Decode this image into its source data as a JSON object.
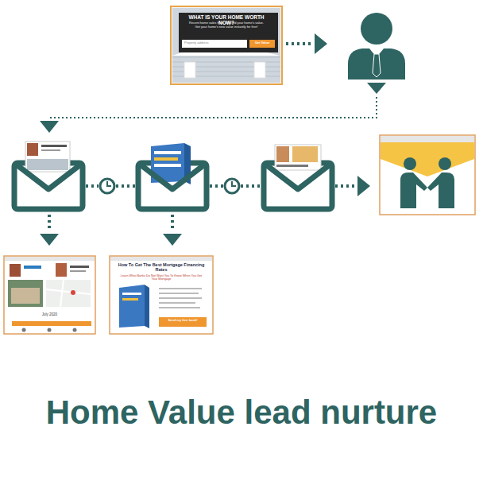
{
  "diagram": {
    "title": "Home Value lead nurture",
    "nodes": [
      {
        "text": [
          "WHAT IS YOUR HOME WORTH NOW?",
          "Recent home sales have affected your home's value. Get your home's new value instantly for free!",
          "Property address",
          "Get Value"
        ]
      },
      {
        "text": [
          "July 2020"
        ]
      },
      {
        "text": [
          "How To Get The Best Mortgage Financing Rates",
          "Learn What Banks Do Not Want You To Know When You Get Your Mortgage",
          "Send my free book!"
        ]
      }
    ]
  }
}
